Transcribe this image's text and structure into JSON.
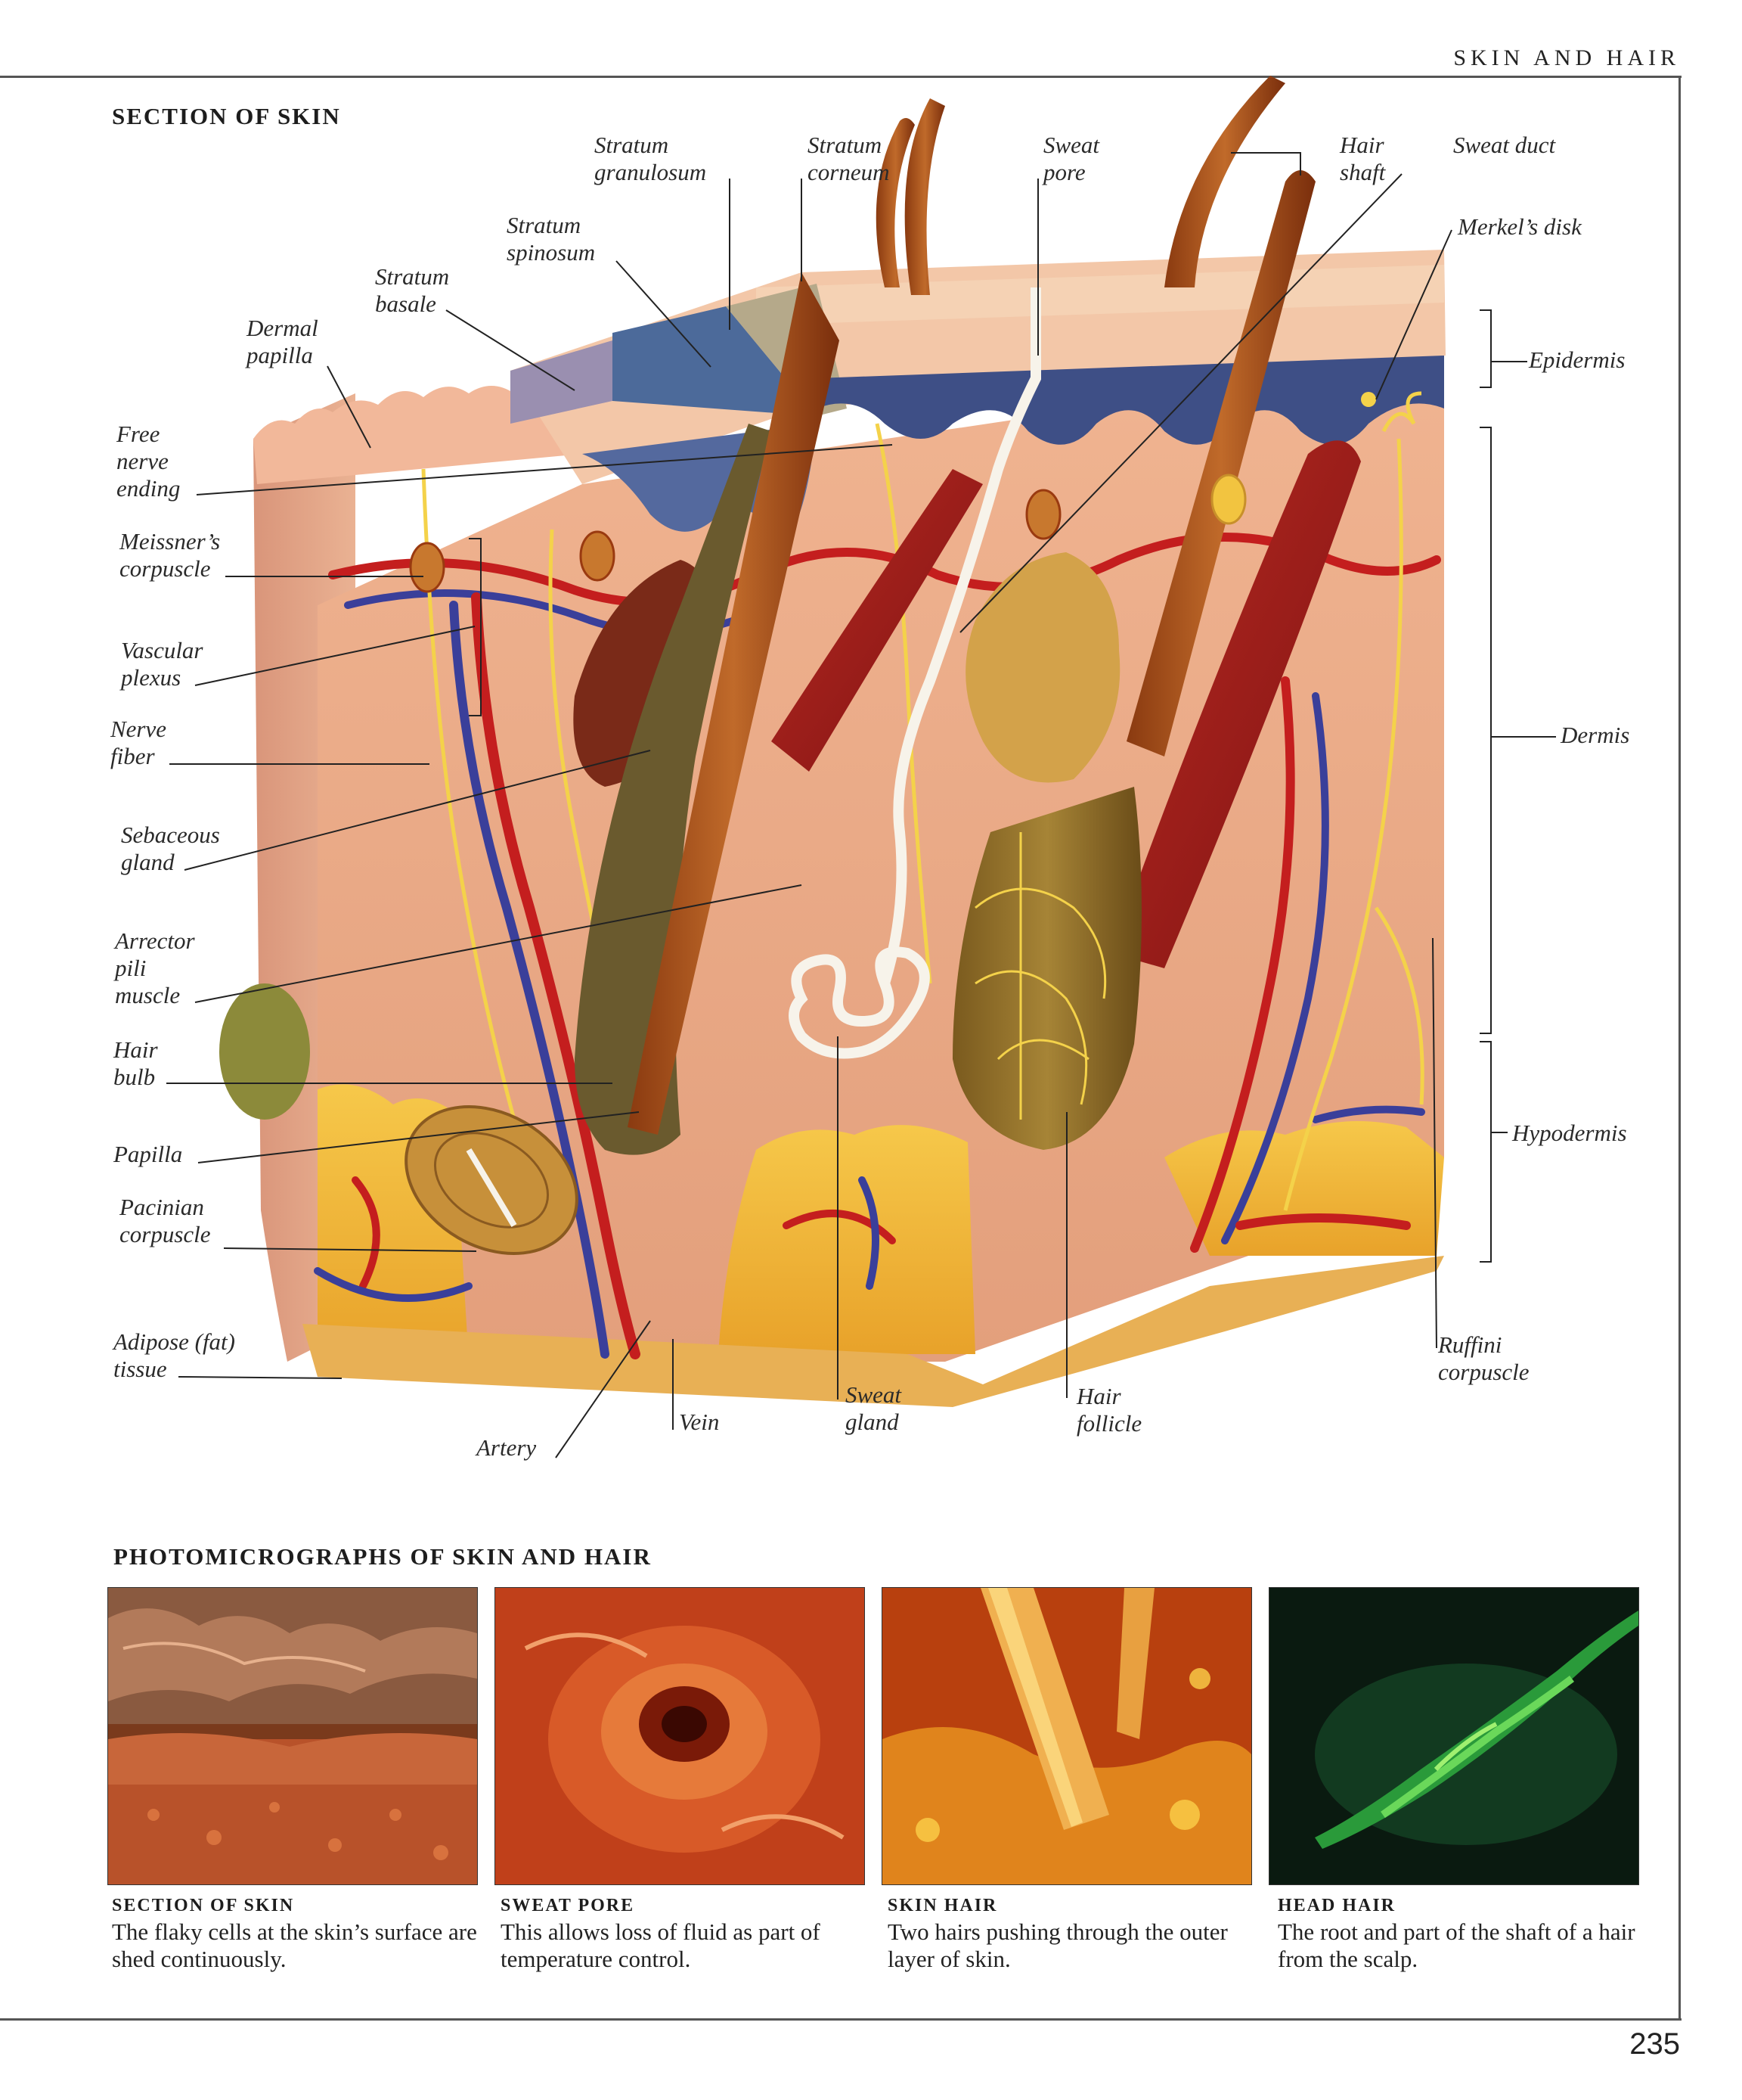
{
  "header": {
    "running_head": "SKIN AND HAIR",
    "page_number": "235"
  },
  "section_of_skin": {
    "title": "SECTION OF SKIN",
    "labels": {
      "stratum_granulosum": "Stratum\ngranulosum",
      "stratum_corneum": "Stratum\ncorneum",
      "sweat_pore": "Sweat\npore",
      "hair_shaft": "Hair\nshaft",
      "sweat_duct": "Sweat duct",
      "stratum_spinosum": "Stratum\nspinosum",
      "merkels_disk": "Merkel’s disk",
      "stratum_basale": "Stratum\nbasale",
      "dermal_papilla": "Dermal\npapilla",
      "epidermis": "Epidermis",
      "free_nerve_ending": "Free\nnerve\nending",
      "meissners_corpuscle": "Meissner’s\ncorpuscle",
      "vascular_plexus": "Vascular\nplexus",
      "nerve_fiber": "Nerve\nfiber",
      "dermis": "Dermis",
      "sebaceous_gland": "Sebaceous\ngland",
      "arrector_pili_muscle": "Arrector\npili\nmuscle",
      "hair_bulb": "Hair\nbulb",
      "papilla": "Papilla",
      "hypodermis": "Hypodermis",
      "pacinian_corpuscle": "Pacinian\ncorpuscle",
      "adipose_tissue": "Adipose (fat)\ntissue",
      "ruffini_corpuscle": "Ruffini\ncorpuscle",
      "sweat_gland": "Sweat\ngland",
      "hair_follicle": "Hair\nfollicle",
      "vein": "Vein",
      "artery": "Artery"
    }
  },
  "photomicrographs": {
    "title": "PHOTOMICROGRAPHS OF SKIN AND HAIR",
    "items": [
      {
        "title": "SECTION OF SKIN",
        "caption": "The flaky cells at the skin’s surface are shed continuously."
      },
      {
        "title": "SWEAT PORE",
        "caption": "This allows loss of fluid as part of temperature control."
      },
      {
        "title": "SKIN HAIR",
        "caption": "Two hairs pushing through the outer layer of skin."
      },
      {
        "title": "HEAD HAIR",
        "caption": "The root and part of the shaft of a hair from the scalp."
      }
    ]
  }
}
